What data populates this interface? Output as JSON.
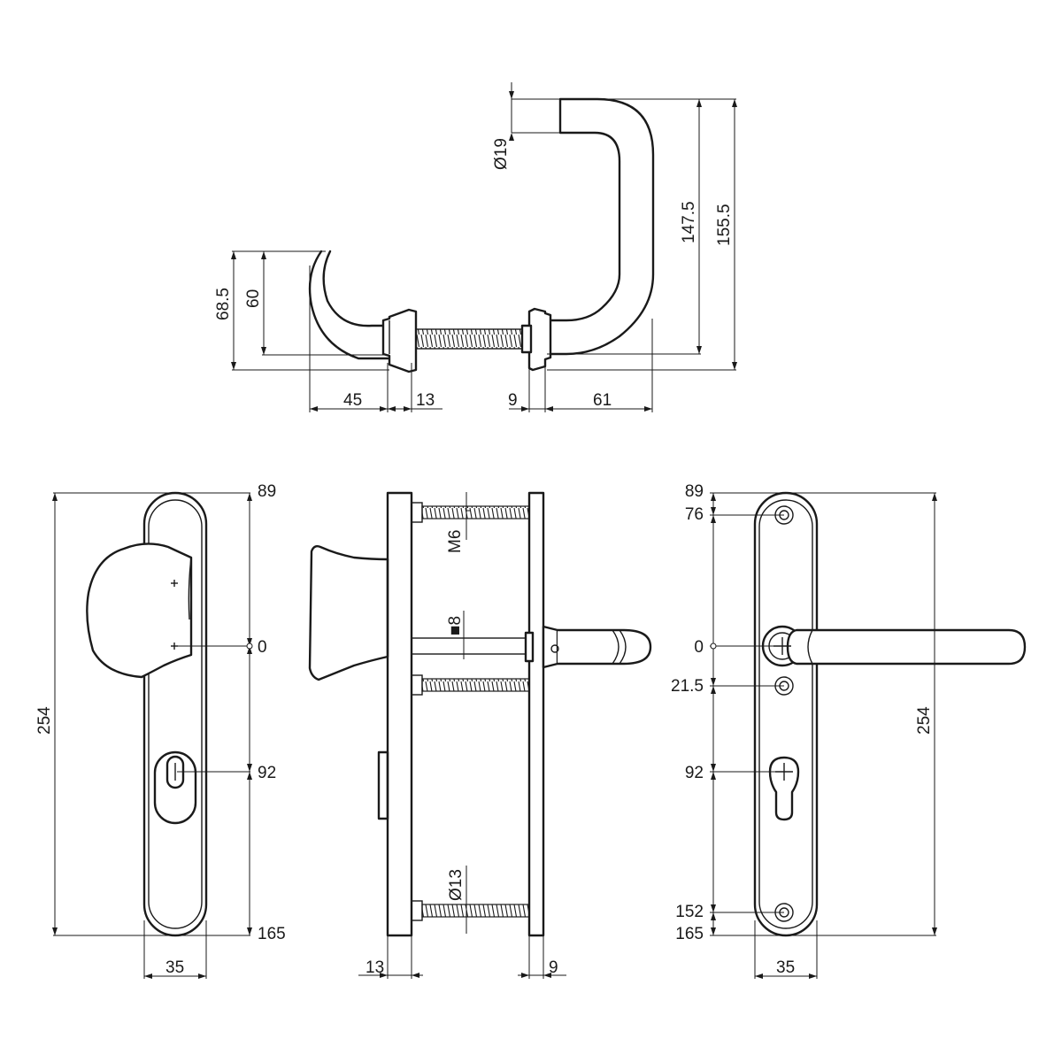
{
  "top_view": {
    "dims": {
      "d19": "Ø19",
      "h147_5": "147.5",
      "h155_5": "155.5",
      "h68_5": "68.5",
      "h60": "60",
      "w45": "45",
      "w13": "13",
      "w9": "9",
      "w61": "61"
    }
  },
  "front_view": {
    "dims": {
      "top": "89",
      "zero": "0",
      "key": "92",
      "bottom": "165",
      "height": "254",
      "width": "35"
    }
  },
  "side_view": {
    "dims": {
      "thread": "M6",
      "spindle": "■8",
      "bolt": "Ø13",
      "left_plate": "13",
      "right_plate": "9"
    }
  },
  "back_view": {
    "dims": {
      "top": "89",
      "screw_top": "76",
      "zero": "0",
      "screw_mid": "21.5",
      "key": "92",
      "screw_bottom": "152",
      "bottom": "165",
      "height": "254",
      "width": "35"
    }
  }
}
